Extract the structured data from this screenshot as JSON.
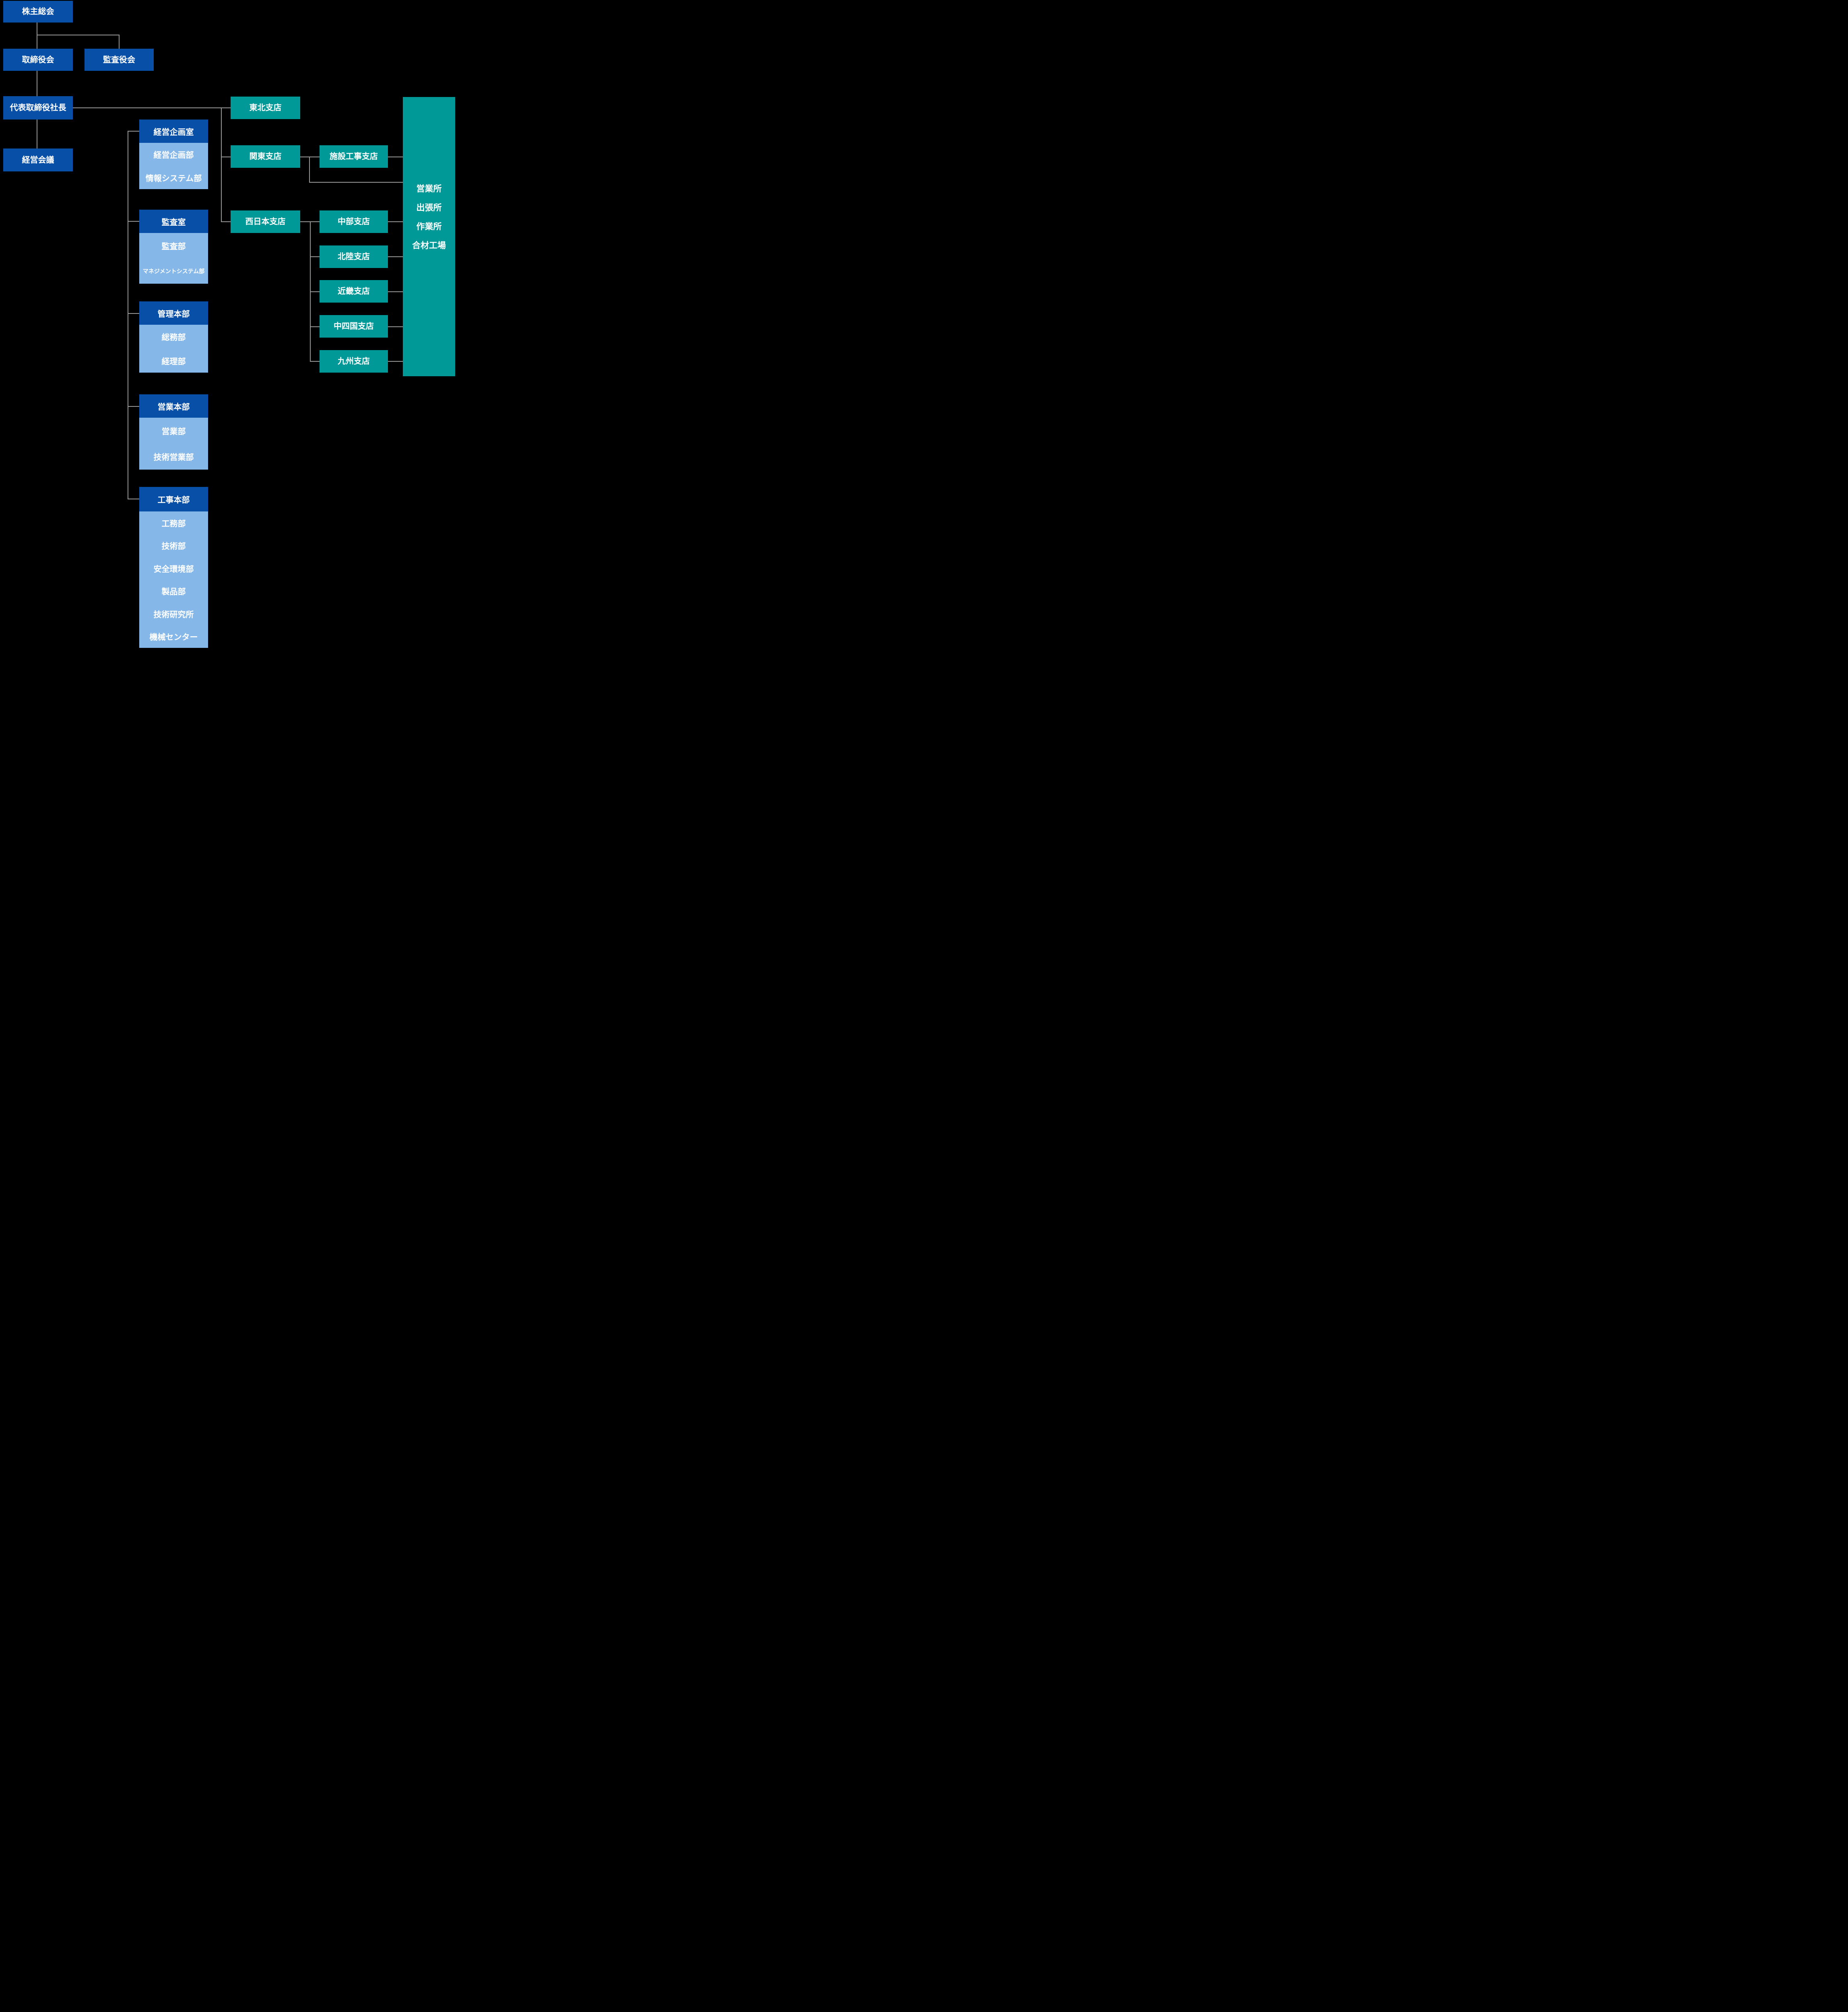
{
  "org_chart": {
    "governance": {
      "shareholders": "株主総会",
      "board_of_directors": "取締役会",
      "audit_and_supervisory_board": "監査役会",
      "president": "代表取締役社長",
      "management_council": "経営会議"
    },
    "divisions": [
      {
        "title": "経営企画室",
        "departments": [
          "経営企画部",
          "情報システム部"
        ]
      },
      {
        "title": "監査室",
        "departments": [
          "監査部",
          "マネジメントシステム部"
        ]
      },
      {
        "title": "管理本部",
        "departments": [
          "総務部",
          "経理部"
        ]
      },
      {
        "title": "営業本部",
        "departments": [
          "営業部",
          "技術営業部"
        ]
      },
      {
        "title": "工事本部",
        "departments": [
          "工務部",
          "技術部",
          "安全環境部",
          "製品部",
          "技術研究所",
          "機械センター"
        ]
      }
    ],
    "branches": {
      "tohoku": "東北支店",
      "kanto": "関東支店",
      "shisetsu_koji": "施設工事支店",
      "nishinihon": "西日本支店",
      "regional": [
        "中部支店",
        "北陸支店",
        "近畿支店",
        "中四国支店",
        "九州支店"
      ],
      "facilities": [
        "営業所",
        "出張所",
        "作業所",
        "合材工場"
      ]
    },
    "colors": {
      "primary_blue": "#084FA8",
      "light_blue": "#85B8E8",
      "teal": "#009997",
      "connector_gray": "#989898",
      "background": "#000000",
      "text": "#FFFFFF"
    }
  }
}
